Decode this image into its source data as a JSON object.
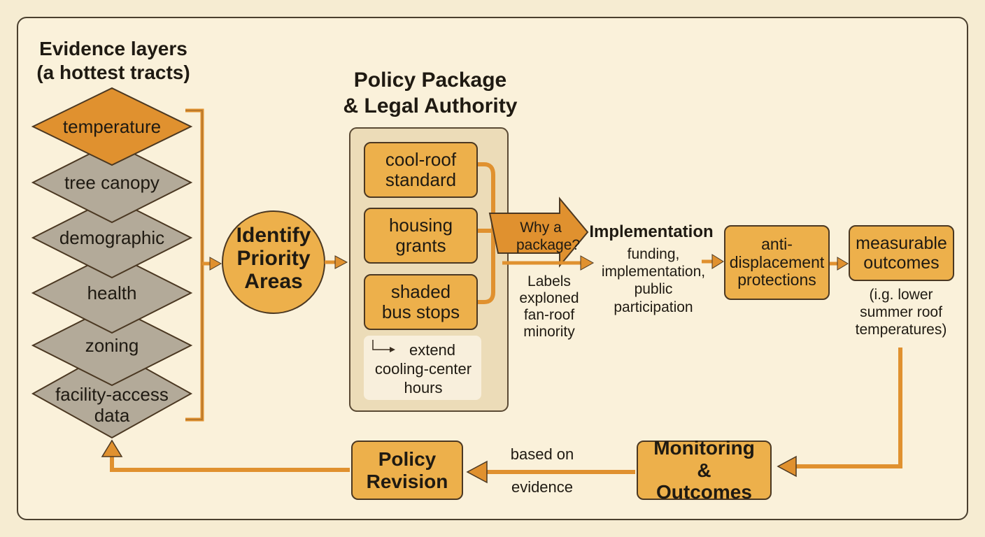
{
  "evidence": {
    "title_line1": "Evidence layers",
    "title_line2": "(a hottest tracts)",
    "layers": [
      "temperature",
      "tree canopy",
      "demographic",
      "health",
      "zoning",
      "facility-access data"
    ]
  },
  "identify": {
    "label": "Identify Priority Areas"
  },
  "policy": {
    "title_line1": "Policy Package",
    "title_line2": "& Legal Authority",
    "items": [
      "cool-roof standard",
      "housing grants",
      "shaded bus stops"
    ],
    "extend_text": "extend cooling-center hours"
  },
  "why": {
    "label": "Why a package?",
    "note": "Labels exploned fan-roof minority"
  },
  "implementation": {
    "title": "Implementation",
    "detail": "funding, implementation, public participation"
  },
  "anti": {
    "label": "anti-displacement protections"
  },
  "outcomes": {
    "label": "measurable outcomes",
    "note": "(i.g. lower summer roof temperatures)"
  },
  "monitoring": {
    "label": "Monitoring & Outcomes"
  },
  "revision": {
    "label": "Policy Revision"
  },
  "feedback": {
    "top": "based on",
    "bottom": "evidence"
  },
  "colors": {
    "accent": "#e0912f",
    "box": "#edb04b",
    "gray": "#b3aa99",
    "panel": "#ecdcb8",
    "outline": "#4b3822"
  }
}
